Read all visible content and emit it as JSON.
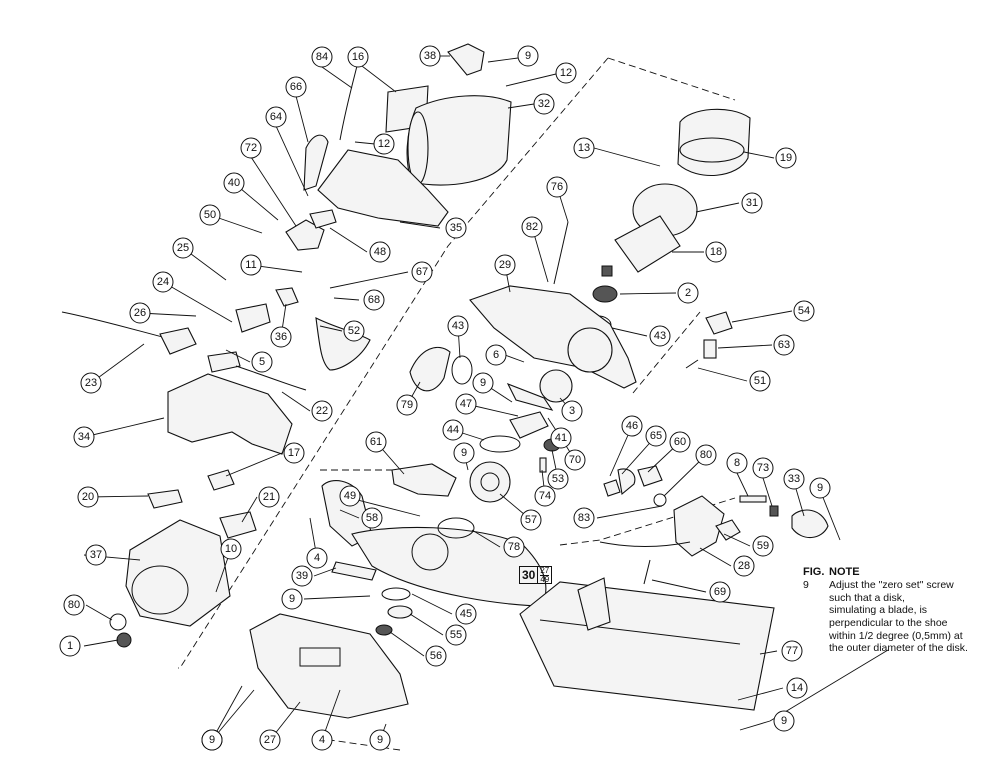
{
  "callouts": [
    "84",
    "16",
    "38",
    "9",
    "12",
    "32",
    "66",
    "12",
    "64",
    "72",
    "40",
    "50",
    "48",
    "35",
    "25",
    "11",
    "67",
    "24",
    "68",
    "26",
    "36",
    "52",
    "5",
    "23",
    "22",
    "34",
    "13",
    "19",
    "76",
    "31",
    "82",
    "18",
    "29",
    "2",
    "43",
    "54",
    "63",
    "51",
    "43",
    "6",
    "9",
    "3",
    "79",
    "47",
    "44",
    "41",
    "70",
    "9",
    "46",
    "65",
    "60",
    "80",
    "61",
    "53",
    "74",
    "57",
    "8",
    "73",
    "33",
    "9",
    "17",
    "20",
    "21",
    "49",
    "58",
    "83",
    "78",
    "59",
    "28",
    "37",
    "10",
    "4",
    "39",
    "9",
    "80",
    "1",
    "45",
    "55",
    "56",
    "69",
    "77",
    "14",
    "9",
    "27",
    "4",
    "9",
    "9",
    "9",
    "9"
  ],
  "badge": {
    "main": "30",
    "top": "27",
    "bottom": "49"
  },
  "note": {
    "fig_label": "FIG.",
    "fig_number": "9",
    "heading": "NOTE",
    "lines": [
      "Adjust the \"zero set\" screw",
      "such that a disk,",
      "simulating a blade, is",
      "perpendicular to the shoe",
      "within 1/2 degree (0,5mm) at",
      "the outer diameter of the disk."
    ]
  }
}
